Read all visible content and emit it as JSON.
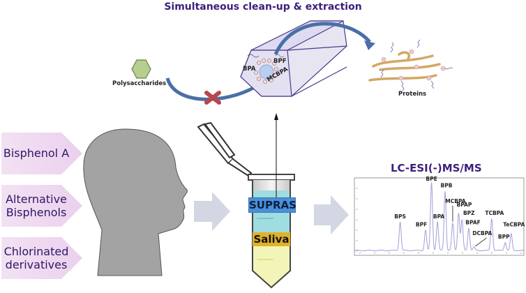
{
  "header": {
    "title": "Simultaneous clean-up & extraction"
  },
  "top_diagram": {
    "polysaccharides_label": "Polysaccharides",
    "proteins_label": "Proteins",
    "micelle_labels": [
      "BPA",
      "BPF",
      "MCBPA"
    ],
    "blocked_icon": "x-mark-icon"
  },
  "analytes": [
    {
      "label_lines": [
        "Bisphenol A"
      ]
    },
    {
      "label_lines": [
        "Alternative",
        "Bisphenols"
      ]
    },
    {
      "label_lines": [
        "Chlorinated",
        "derivatives"
      ]
    }
  ],
  "tube": {
    "supras_label": "SUPRAS",
    "saliva_label": "Saliva",
    "colors": {
      "supras": "#4a90d9",
      "saliva": "#e0b22a",
      "upper_phase": "#9fdde0",
      "lower_phase": "#f3f5b8"
    }
  },
  "chart_data": {
    "type": "line",
    "title": "LC-ESI(-)MS/MS",
    "xlabel": "",
    "ylabel": "",
    "grid": false,
    "peaks": [
      {
        "name": "BPS",
        "x": 0.27,
        "height": 0.42
      },
      {
        "name": "BPF",
        "x": 0.42,
        "height": 0.3
      },
      {
        "name": "BPE",
        "x": 0.455,
        "height": 1.0
      },
      {
        "name": "BPA",
        "x": 0.49,
        "height": 0.42
      },
      {
        "name": "BPB",
        "x": 0.535,
        "height": 0.87
      },
      {
        "name": "MCBPA",
        "x": 0.58,
        "height": 0.4
      },
      {
        "name": "BPAP",
        "x": 0.615,
        "height": 0.55
      },
      {
        "name": "BPZ",
        "x": 0.635,
        "height": 0.45
      },
      {
        "name": "BPAF",
        "x": 0.675,
        "height": 0.33
      },
      {
        "name": "DCBPA",
        "x": 0.705,
        "height": 0.05
      },
      {
        "name": "TCBPA",
        "x": 0.81,
        "height": 0.47
      },
      {
        "name": "BPP",
        "x": 0.89,
        "height": 0.12
      },
      {
        "name": "TeCBPA",
        "x": 0.925,
        "height": 0.24
      }
    ],
    "arrows": [
      "MCBPA",
      "DCBPA"
    ]
  }
}
